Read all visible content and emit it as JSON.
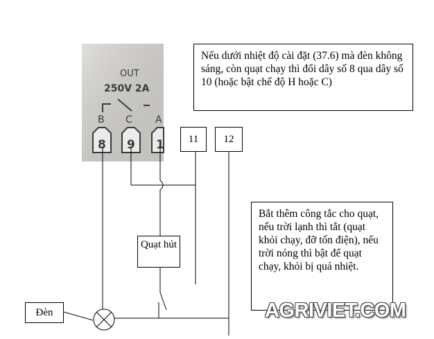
{
  "relay_photo": {
    "out_label": "OUT",
    "rating_label": "250V 2A",
    "pin_letters": [
      "B",
      "C",
      "A"
    ],
    "pin_numbers": [
      "8",
      "9",
      "1"
    ]
  },
  "terminals": [
    {
      "label": "11"
    },
    {
      "label": "12"
    }
  ],
  "note_top": "Nếu dưới nhiệt độ cài đặt (37.6) mà đèn không sáng, còn quạt chạy thì đổi dây số 8 qua dây số 10 (hoặc bật chế độ H hoặc C)",
  "note_right": "Bắt thêm công tắc cho quạt, nếu trời lạnh thì tắt (quạt khỏi chạy, đỡ tốn điện), nếu trời nóng thì bật để quạt chạy, khỏi bị quá nhiệt.",
  "fan_label": "Quạt hút",
  "lamp_label": "Đèn",
  "watermark": "AGRIVIET.COM"
}
